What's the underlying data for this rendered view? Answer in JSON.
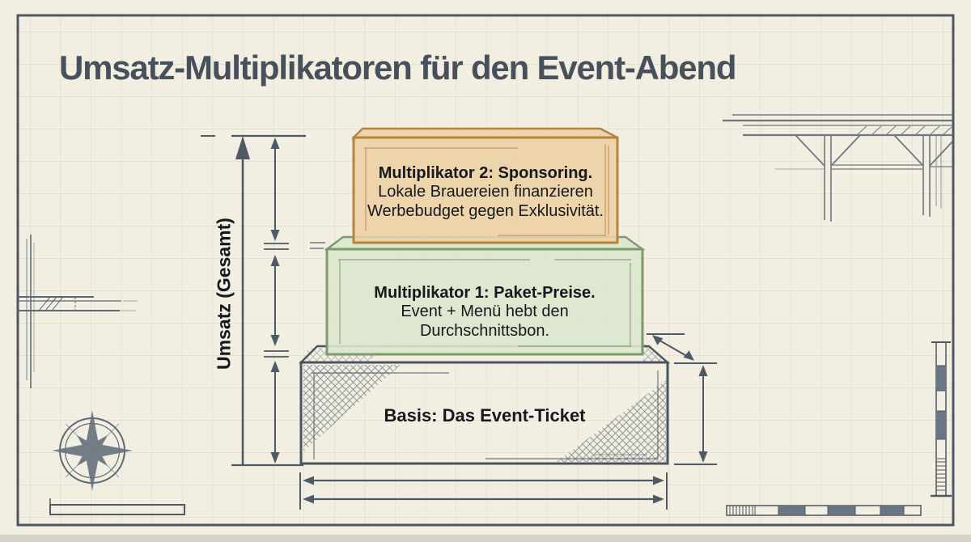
{
  "title": "Umsatz-Multiplikatoren für den Event-Abend",
  "y_axis": {
    "label": "Umsatz (Gesamt)"
  },
  "stack": {
    "multiplier2": {
      "title": "Multiplikator 2: Sponsoring.",
      "line1": "Lokale Brauereien finanzieren",
      "line2": "Werbebudget gegen Exklusivität.",
      "fill": "#ecd0a2",
      "border": "#b5833f"
    },
    "multiplier1": {
      "title": "Multiplikator 1: Paket-Preise.",
      "line1": "Event + Menü hebt den",
      "line2": "Durchschnittsbon.",
      "fill": "#dbe7cd",
      "border": "#7d9a6d"
    },
    "base": {
      "title": "Basis: Das Event-Ticket",
      "fill": "none",
      "border": "#4a545f"
    }
  },
  "colors": {
    "paper_background": "#f2efe2",
    "grid_line": "#dad7c6",
    "frame": "#4d5761",
    "ink": "#4e5a66",
    "title_text": "#47515b",
    "body_text": "#15181c",
    "scale_fill": "#6b7685"
  },
  "decorations": {
    "compass_icon": "compass-rose",
    "sketches": [
      "roof-structure-sketch",
      "wall-detail-sketch"
    ],
    "scale_bars": [
      "left-scale-bar",
      "horizontal-scale-bar",
      "vertical-scale-bar"
    ]
  }
}
